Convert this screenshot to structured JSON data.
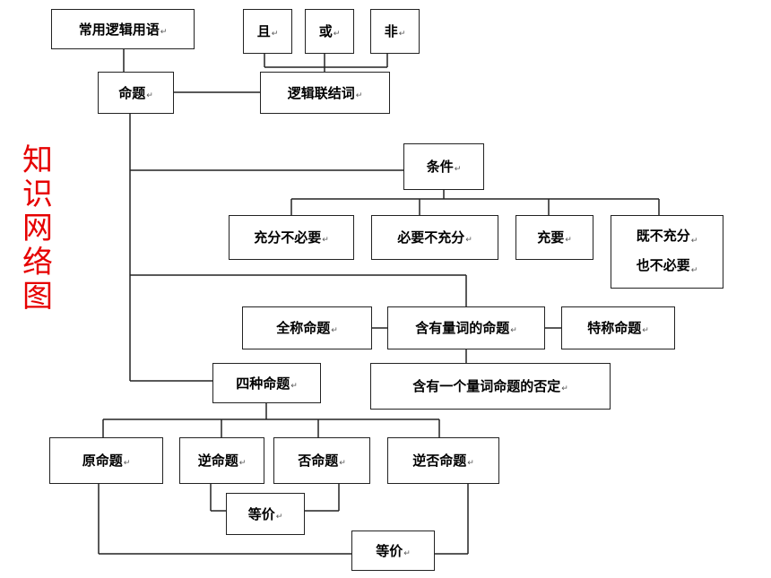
{
  "side_title": [
    "知",
    "识",
    "网",
    "络",
    "图"
  ],
  "para_mark": "↵",
  "nodes": {
    "common_terms": "常用逻辑用语",
    "qie": "且",
    "huo": "或",
    "fei": "非",
    "proposition": "命题",
    "logical_connectives": "逻辑联结词",
    "condition": "条件",
    "sufficient_not_necessary": "充分不必要",
    "necessary_not_sufficient": "必要不充分",
    "necessary_and_sufficient": "充要",
    "neither_line1": "既不充分",
    "neither_line2": "也不必要",
    "universal_proposition": "全称命题",
    "quantified_proposition": "含有量词的命题",
    "existential_proposition": "特称命题",
    "negation_quantified": "含有一个量词命题的否定",
    "four_propositions": "四种命题",
    "original": "原命题",
    "converse": "逆命题",
    "inverse": "否命题",
    "contrapositive": "逆否命题",
    "equivalent_1": "等价",
    "equivalent_2": "等价"
  }
}
